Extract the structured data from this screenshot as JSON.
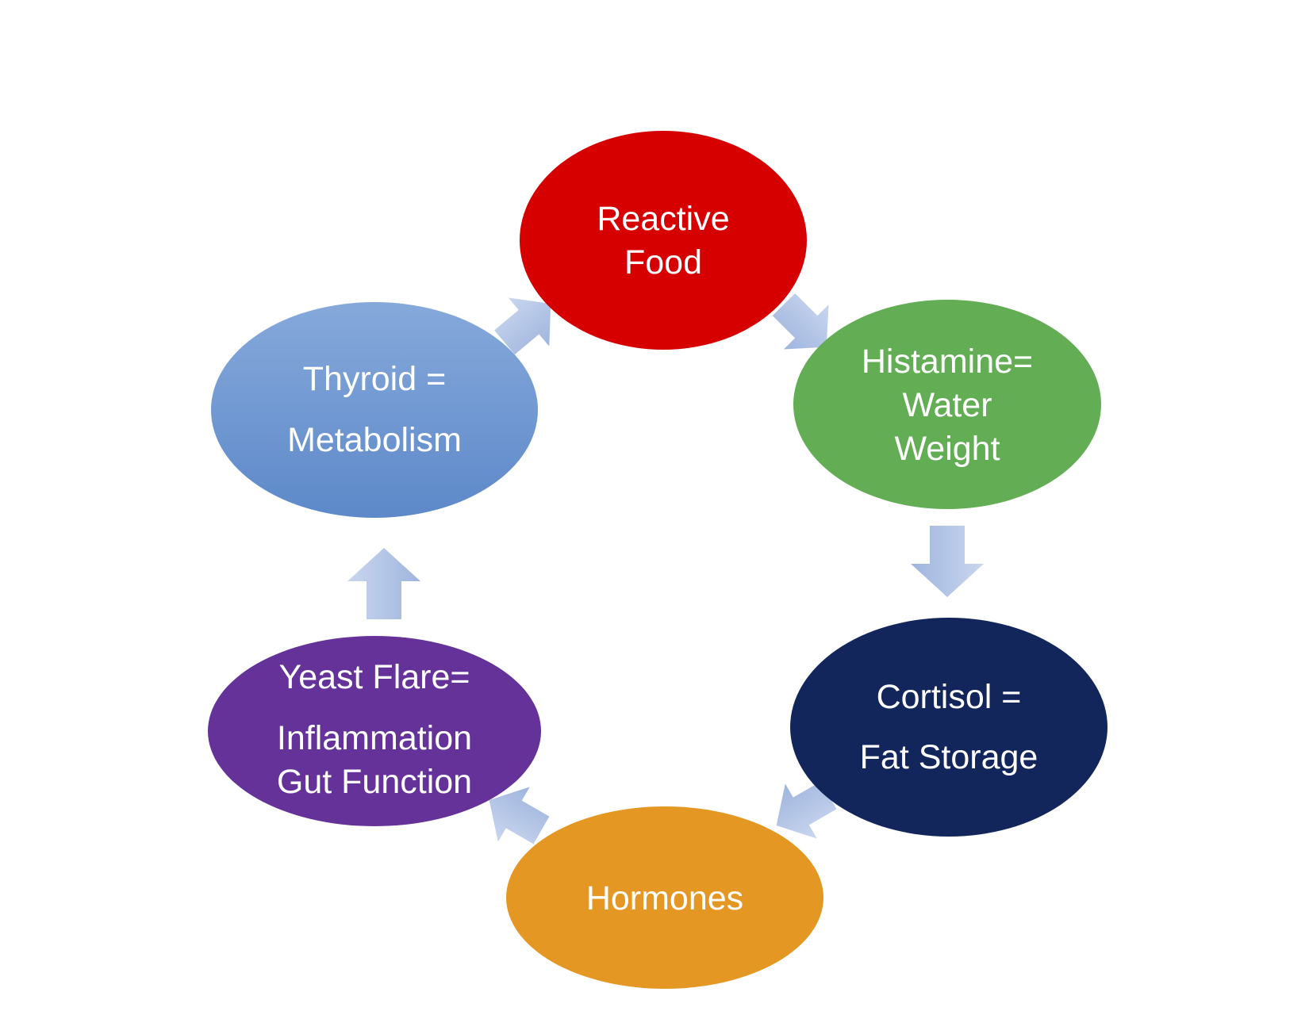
{
  "diagram": {
    "type": "cycle",
    "nodes": [
      {
        "id": "reactive-food",
        "lines": [
          "Reactive",
          "Food"
        ],
        "color": "#d60000"
      },
      {
        "id": "histamine",
        "lines": [
          "Histamine=",
          "Water",
          "Weight"
        ],
        "color": "#63ad55"
      },
      {
        "id": "cortisol",
        "lines": [
          "Cortisol =",
          "Fat Storage"
        ],
        "color": "#13265c"
      },
      {
        "id": "hormones",
        "lines": [
          "Hormones"
        ],
        "color": "#e59723"
      },
      {
        "id": "yeast-flare",
        "lines": [
          "Yeast Flare=",
          "Inflammation",
          "Gut Function"
        ],
        "color": "#643298"
      },
      {
        "id": "thyroid",
        "lines": [
          "Thyroid =",
          "Metabolism"
        ],
        "color_top": "#86a9db",
        "color_bottom": "#5d89c9"
      }
    ],
    "arrow_color_top": "#c9d6ee",
    "arrow_color_bottom": "#9fb5de",
    "direction": "clockwise"
  }
}
